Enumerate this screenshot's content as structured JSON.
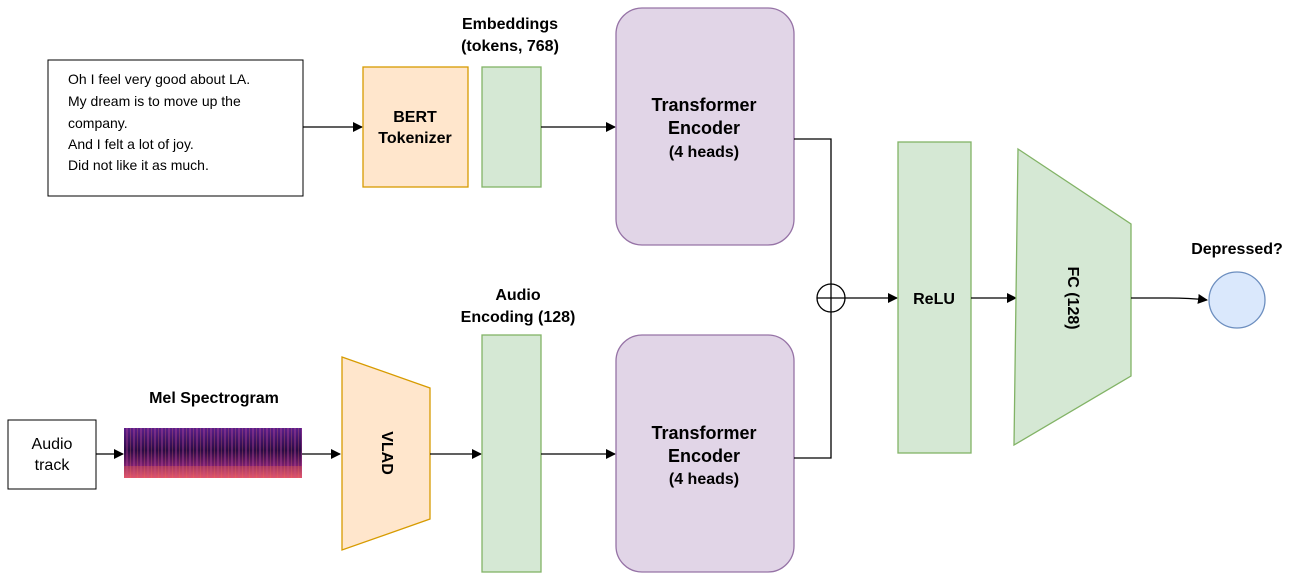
{
  "text_input": {
    "lines": [
      "Oh I feel very good about LA.",
      "My dream is to move up the",
      "company.",
      "And I felt a lot of joy.",
      "Did not like it as much."
    ]
  },
  "bert": {
    "line1": "BERT",
    "line2": "Tokenizer"
  },
  "embeddings_label": {
    "line1": "Embeddings",
    "line2": "(tokens, 768)"
  },
  "text_transformer": {
    "line1": "Transformer",
    "line2": "Encoder",
    "line3": "(4 heads)"
  },
  "audio_track": {
    "line1": "Audio",
    "line2": "track"
  },
  "mel_label": "Mel Spectrogram",
  "vlad_label": "VLAD",
  "audio_encoding_label": {
    "line1": "Audio",
    "line2": "Encoding (128)"
  },
  "audio_transformer": {
    "line1": "Transformer",
    "line2": "Encoder",
    "line3": "(4 heads)"
  },
  "relu_label": "ReLU",
  "fc_label": "FC (128)",
  "output_label": "Depressed?",
  "colors": {
    "orange_fill": "#ffe6cc",
    "orange_stroke": "#d79b00",
    "green_fill": "#d5e8d4",
    "green_stroke": "#82b366",
    "purple_fill": "#e1d5e7",
    "purple_stroke": "#9673a6",
    "blue_fill": "#dae8fc",
    "blue_stroke": "#6c8ebf"
  }
}
